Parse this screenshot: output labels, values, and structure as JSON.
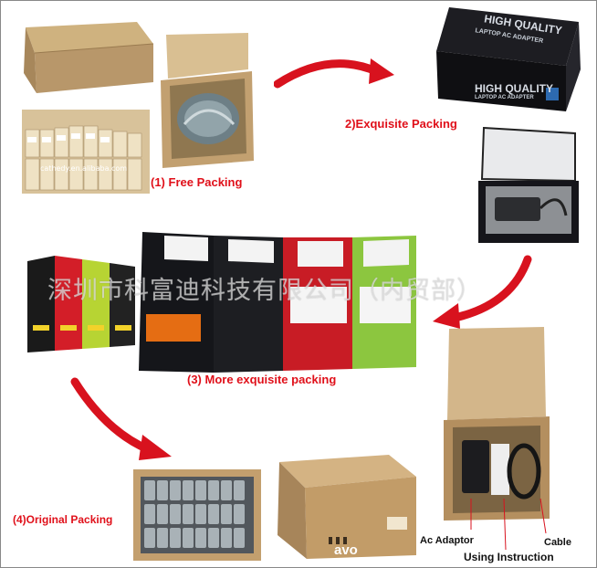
{
  "captions": {
    "free_packing": "(1) Free Packing",
    "exquisite_packing": "2)Exquisite Packing",
    "more_exquisite": "(3) More exquisite packing",
    "original_packing": "(4)Original Packing"
  },
  "callouts": {
    "ac_adaptor": "Ac Adaptor",
    "cable": "Cable",
    "using_instruction": "Using Instruction"
  },
  "box_print": {
    "high_quality": "HIGH QUALITY",
    "laptop_ac_adapter": "LAPTOP AC ADAPTER"
  },
  "watermarks": {
    "chinese": "深圳市科富迪科技有限公司（内贸部）",
    "photo_credit": "cathedy.en.alibaba.com",
    "bottom": "avo"
  },
  "colors": {
    "caption_red": "#e0101a",
    "cardboard": "#c8a878",
    "box_black": "#111111"
  }
}
